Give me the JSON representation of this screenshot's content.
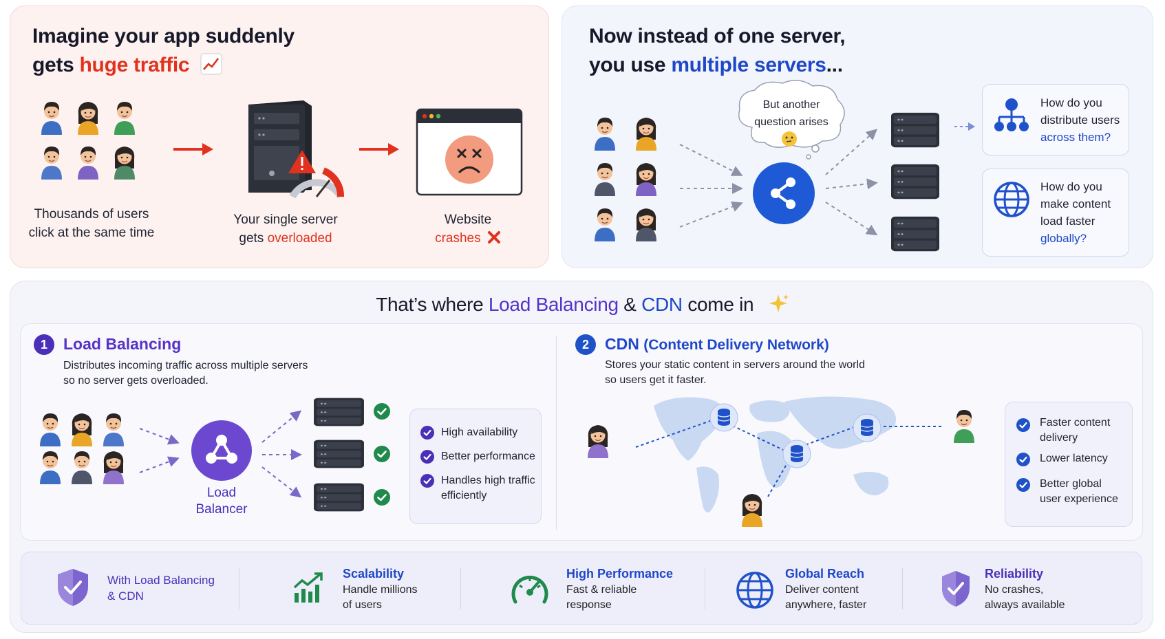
{
  "panel_traffic": {
    "title_line1": "Imagine your app suddenly",
    "title_line2_prefix": "gets ",
    "title_highlight": "huge traffic",
    "users_caption_line1": "Thousands of users",
    "users_caption_line2": "click at the same time",
    "server_caption_line1": "Your single server",
    "server_caption_line2_prefix": "gets ",
    "server_caption_highlight": "overloaded",
    "website_caption_line1": "Website",
    "website_caption_highlight": "crashes"
  },
  "panel_multiple": {
    "title_line1": "Now instead of one server,",
    "title_line2_prefix": "you use ",
    "title_highlight": "multiple servers",
    "title_suffix": "...",
    "bubble_line1": "But another",
    "bubble_line2": "question arises",
    "question1": [
      "How do you",
      "distribute users"
    ],
    "question1_highlight": "across them?",
    "question2": [
      "How do you",
      "make content",
      "load faster"
    ],
    "question2_highlight": "globally?"
  },
  "panel_solution": {
    "headline_prefix": "That’s where ",
    "headline_lb": "Load Balancing",
    "headline_amp": " & ",
    "headline_cdn": "CDN",
    "headline_suffix": " come in",
    "lb": {
      "number": "1",
      "title": "Load Balancing",
      "desc_line1": "Distributes incoming traffic across multiple servers",
      "desc_line2": "so no server gets overloaded.",
      "balancer_line1": "Load",
      "balancer_line2": "Balancer",
      "features": [
        "High availability",
        "Better performance",
        "Handles high traffic",
        "efficiently"
      ]
    },
    "cdn": {
      "number": "2",
      "title": "CDN",
      "title_paren": "(Content Delivery Network)",
      "desc_line1": "Stores your static content in servers around the world",
      "desc_line2": "so users get it faster.",
      "features": [
        "Faster content",
        "delivery",
        "Lower latency",
        "Better global",
        "user experience"
      ]
    }
  },
  "benefits": {
    "intro_line1": "With Load Balancing",
    "intro_line2": "& CDN",
    "items": [
      {
        "title": "Scalability",
        "line1": "Handle millions",
        "line2": "of users"
      },
      {
        "title": "High Performance",
        "line1": "Fast & reliable",
        "line2": "response"
      },
      {
        "title": "Global Reach",
        "line1": "Deliver content",
        "line2": "anywhere, faster"
      },
      {
        "title": "Reliability",
        "line1": "No crashes,",
        "line2": "always available"
      }
    ]
  },
  "colors": {
    "red": "#e0321e",
    "blue": "#1f47c8",
    "purple": "#5533c7",
    "green": "#1f8a4c",
    "server": "#2b2f38"
  }
}
